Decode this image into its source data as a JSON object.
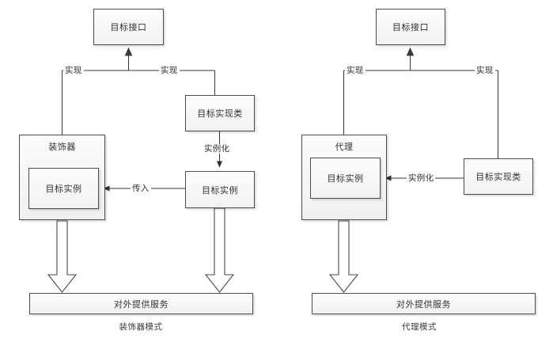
{
  "diagram": {
    "title_left": "装饰器模式",
    "title_right": "代理模式",
    "panels": [
      {
        "id": "decorator",
        "caption": "装饰器模式",
        "interface_box": "目标接口",
        "wrapper_box": "装饰器",
        "wrapper_inner_box": "目标实例",
        "impl_class_box": "目标实现类",
        "instance_box": "目标实例",
        "service_bar": "对外提供服务",
        "edges": {
          "realize_left": "实现",
          "realize_right": "实现",
          "instantiate": "实例化",
          "pass_in": "传入"
        }
      },
      {
        "id": "proxy",
        "caption": "代理模式",
        "interface_box": "目标接口",
        "wrapper_box": "代理",
        "wrapper_inner_box": "目标实例",
        "impl_class_box": "目标实现类",
        "service_bar": "对外提供服务",
        "edges": {
          "realize_left": "实现",
          "realize_right": "实现",
          "instantiate": "实例化"
        }
      }
    ],
    "colors": {
      "stroke": "#4c4c4c",
      "line": "#3a3a3a",
      "fill_top": "#fdfdfd",
      "fill_bottom": "#f1f1f1",
      "text": "#313131",
      "background": "#ffffff"
    }
  }
}
